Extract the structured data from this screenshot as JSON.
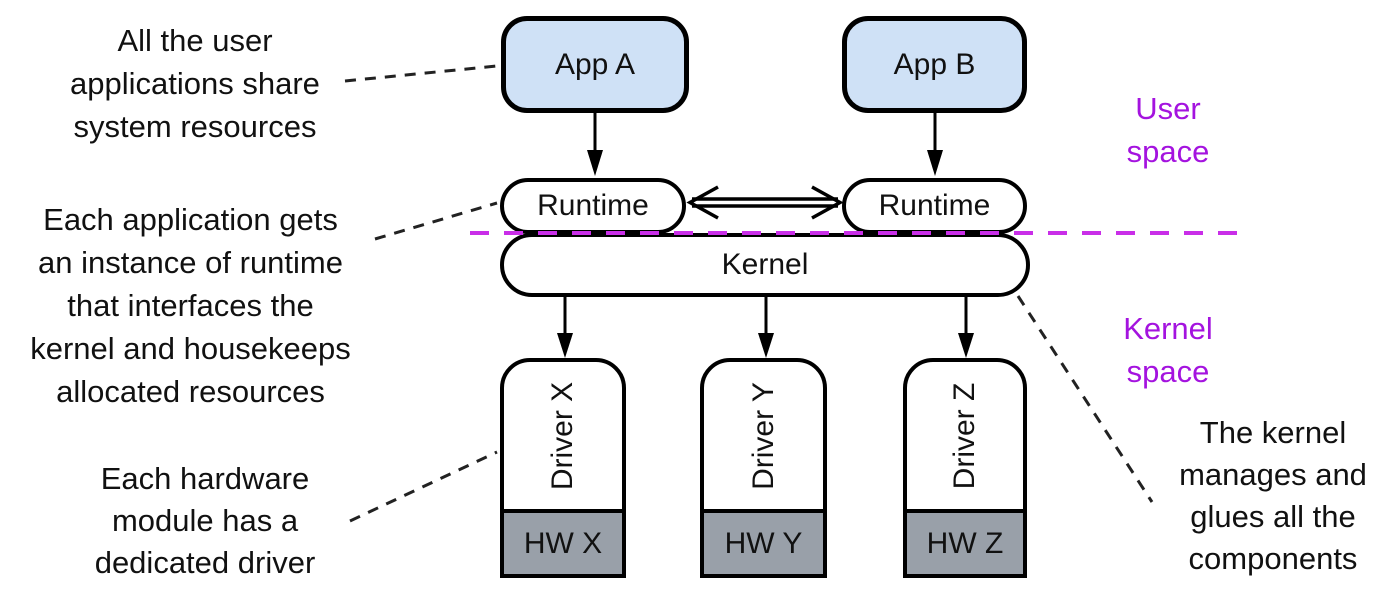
{
  "colors": {
    "app_fill": "#cfe1f6",
    "hw_fill": "#99a0a9",
    "magenta_text": "#a413df",
    "magenta_line": "#c92ee8",
    "stroke": "#000000"
  },
  "boxes": {
    "app_a": "App A",
    "app_b": "App B",
    "runtime_left": "Runtime",
    "runtime_right": "Runtime",
    "kernel": "Kernel",
    "drivers": [
      {
        "label": "Driver X",
        "hw": "HW X"
      },
      {
        "label": "Driver Y",
        "hw": "HW Y"
      },
      {
        "label": "Driver Z",
        "hw": "HW Z"
      }
    ]
  },
  "labels": {
    "user_space": [
      "User",
      "space"
    ],
    "kernel_space": [
      "Kernel",
      "space"
    ]
  },
  "annotations": {
    "top_left": [
      "All the user",
      "applications share",
      "system resources"
    ],
    "mid_left": [
      "Each application gets",
      "an instance of runtime",
      "that interfaces the",
      "kernel and housekeeps",
      "allocated resources"
    ],
    "bottom_left": [
      "Each hardware",
      "module has a",
      "dedicated driver"
    ],
    "bottom_right": [
      "The kernel",
      "manages and",
      "glues all the",
      "components"
    ]
  }
}
